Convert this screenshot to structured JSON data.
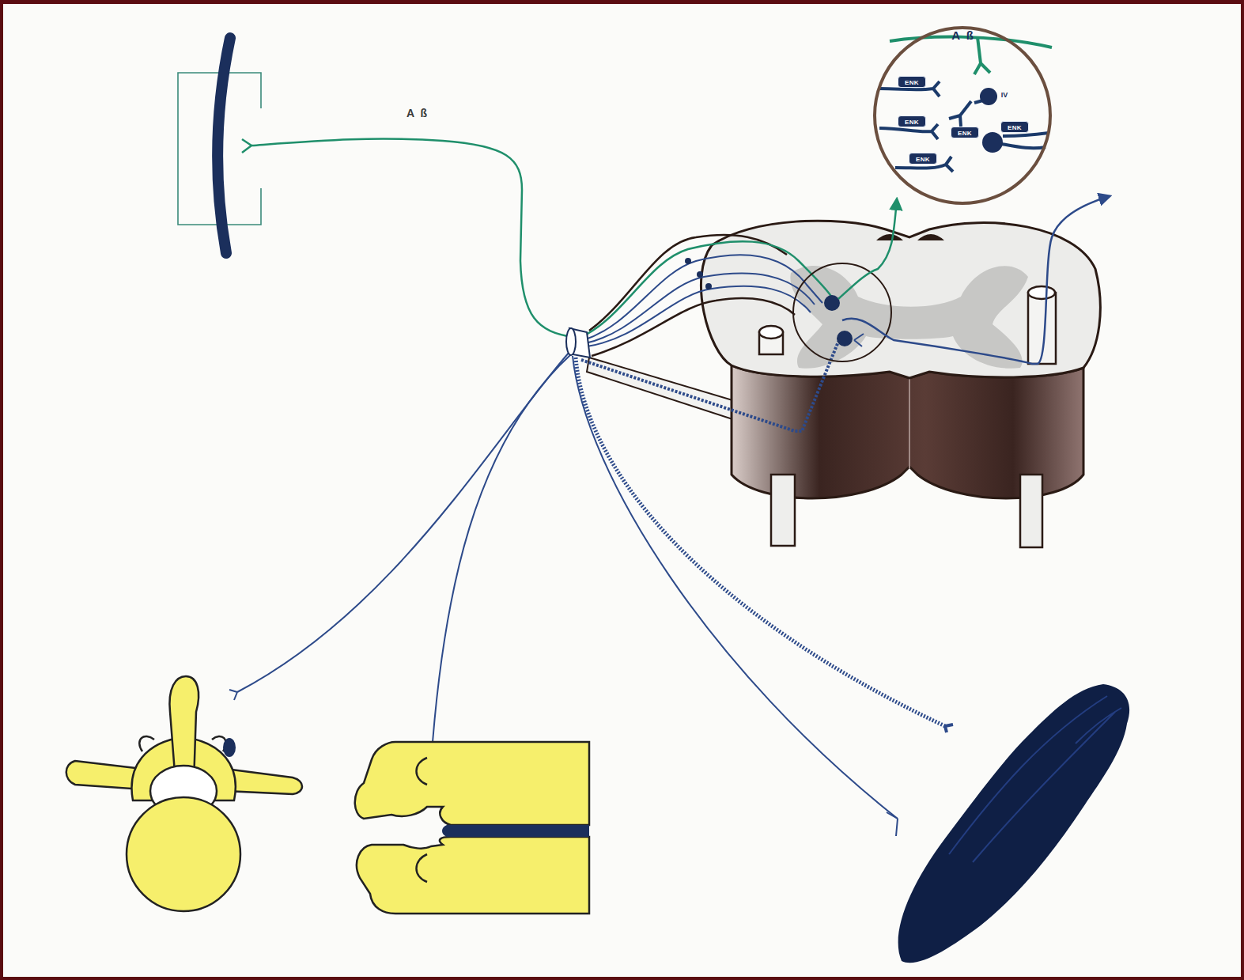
{
  "diagram": {
    "nodes": [
      {
        "text": [
          "A ß",
          "IV"
        ]
      },
      {
        "text": [
          "ENK"
        ],
        "in": 0
      },
      {
        "text": [
          "ENK"
        ],
        "in": 0
      },
      {
        "text": [
          "ENK"
        ],
        "in": 0
      },
      {
        "text": [
          "ENK"
        ],
        "in": 0
      },
      {
        "text": [
          "ENK"
        ],
        "in": 0
      }
    ],
    "labels": [
      "A ß"
    ]
  }
}
